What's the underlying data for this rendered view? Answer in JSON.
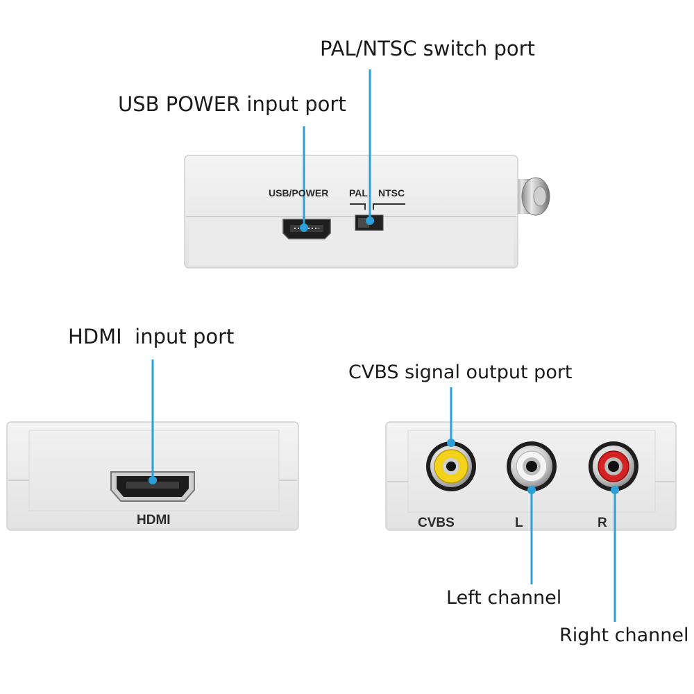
{
  "callouts": {
    "pal_ntsc_switch": "PAL/NTSC switch port",
    "usb_power_input": "USB POWER input port",
    "hdmi_input": "HDMI  input port",
    "cvbs_output": "CVBS signal output port",
    "left_channel": "Left channel",
    "right_channel": "Right channel"
  },
  "device_labels": {
    "usb_power": "USB/POWER",
    "pal": "PAL",
    "ntsc": "NTSC",
    "hdmi": "HDMI",
    "cvbs": "CVBS",
    "left": "L",
    "right": "R"
  },
  "colors": {
    "leader_line": "#2a9fd8",
    "leader_dot": "#2a9fd8",
    "device_body": "#ececec",
    "cvbs_jack": "#f2d21a",
    "left_jack": "#f4f4f4",
    "right_jack": "#d42222"
  }
}
